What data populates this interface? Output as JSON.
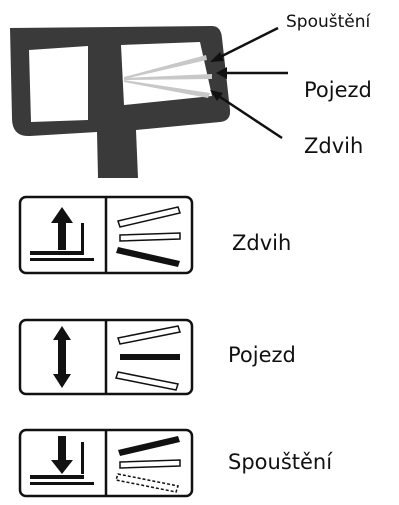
{
  "callouts": {
    "lowering": "Spouštění",
    "travel": "Pojezd",
    "lift": "Zdvih"
  },
  "legend": [
    {
      "label": "Zdvih",
      "arrow": "up",
      "active_slot": "bottom",
      "icon": "lift-lever-icon"
    },
    {
      "label": "Pojezd",
      "arrow": "both",
      "active_slot": "middle",
      "icon": "travel-lever-icon"
    },
    {
      "label": "Spouštění",
      "arrow": "down",
      "active_slot": "top",
      "icon": "lowering-lever-icon"
    }
  ],
  "colors": {
    "ink": "#111111",
    "handle": "#3a3a3a",
    "background": "#ffffff"
  }
}
